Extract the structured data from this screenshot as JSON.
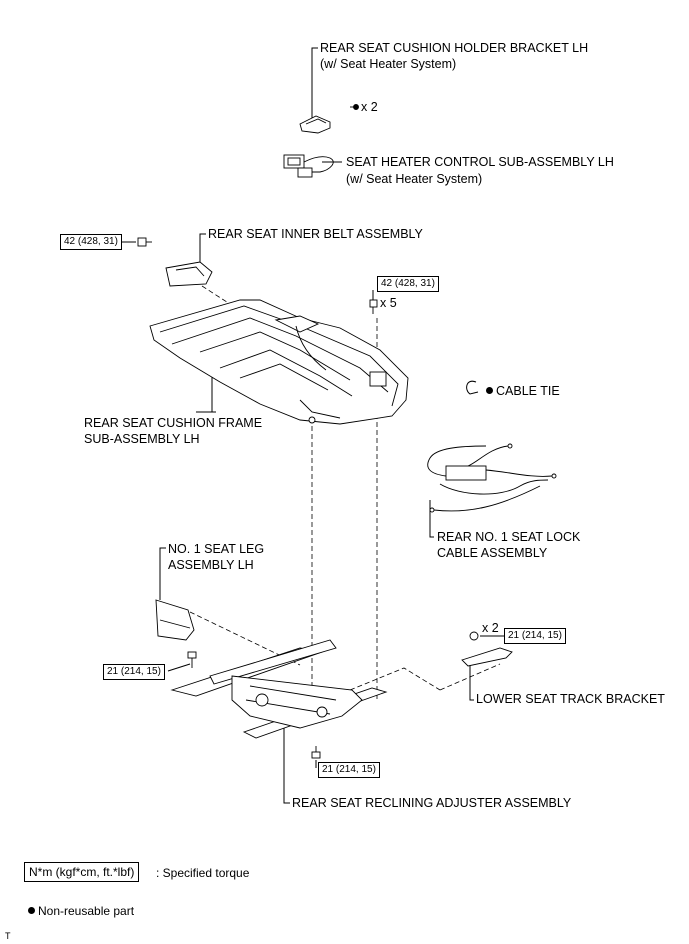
{
  "labels": {
    "cushion_holder_line1": "REAR SEAT CUSHION HOLDER BRACKET LH",
    "cushion_holder_line2": "(w/ Seat Heater System)",
    "cushion_holder_qty": "x 2",
    "heater_line1": "SEAT HEATER CONTROL SUB-ASSEMBLY LH",
    "heater_line2": "(w/ Seat Heater System)",
    "inner_belt": "REAR SEAT INNER BELT ASSEMBLY",
    "frame_line1": "REAR SEAT CUSHION FRAME",
    "frame_line2": "SUB-ASSEMBLY LH",
    "frame_nut_qty": "x 5",
    "cable_tie": "CABLE TIE",
    "lock_cable_line1": "REAR NO. 1 SEAT LOCK",
    "lock_cable_line2": "CABLE ASSEMBLY",
    "seat_leg_line1": "NO. 1 SEAT LEG",
    "seat_leg_line2": "ASSEMBLY LH",
    "track_bracket_qty": "x 2",
    "track_bracket": "LOWER SEAT TRACK BRACKET",
    "reclining": "REAR SEAT RECLINING ADJUSTER ASSEMBLY"
  },
  "torques": {
    "belt_bolt": "42 (428, 31)",
    "frame_nut": "42 (428, 31)",
    "track_bracket_nut": "21 (214, 15)",
    "seat_leg_bolt": "21 (214, 15)",
    "reclining_bolt": "21 (214, 15)"
  },
  "legend": {
    "torque_unit": "N*m (kgf*cm, ft.*lbf)",
    "torque_text": ": Specified torque",
    "nonreusable_text": "Non-reusable part"
  },
  "footer_mark": "T",
  "icons": {
    "nonreusable": "filled-circle-icon"
  }
}
